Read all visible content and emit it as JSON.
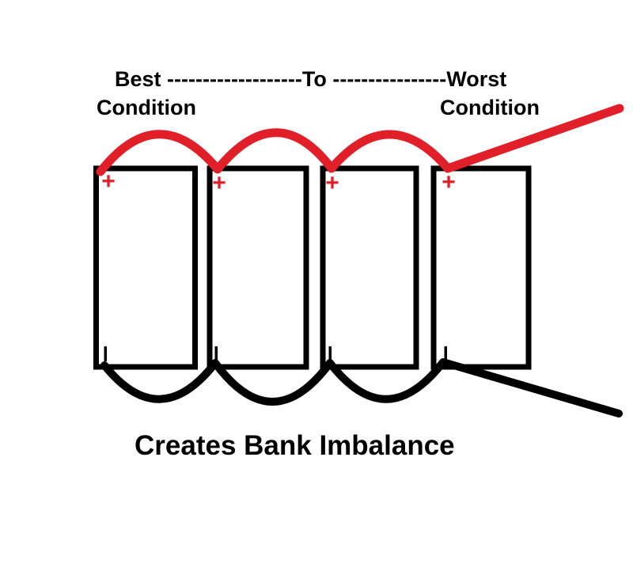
{
  "colors": {
    "background": "#ffffff",
    "positive_wire": "#e01f28",
    "negative_wire": "#000000",
    "battery_outline": "#000000",
    "text": "#000000"
  },
  "header": {
    "scale_line": "Best -------------------To ----------------Worst",
    "left_condition": "Condition",
    "right_condition": "Condition"
  },
  "caption": "Creates Bank Imbalance",
  "batteries": [
    {
      "positive_terminal": "+"
    },
    {
      "positive_terminal": "+"
    },
    {
      "positive_terminal": "+"
    },
    {
      "positive_terminal": "+"
    }
  ]
}
